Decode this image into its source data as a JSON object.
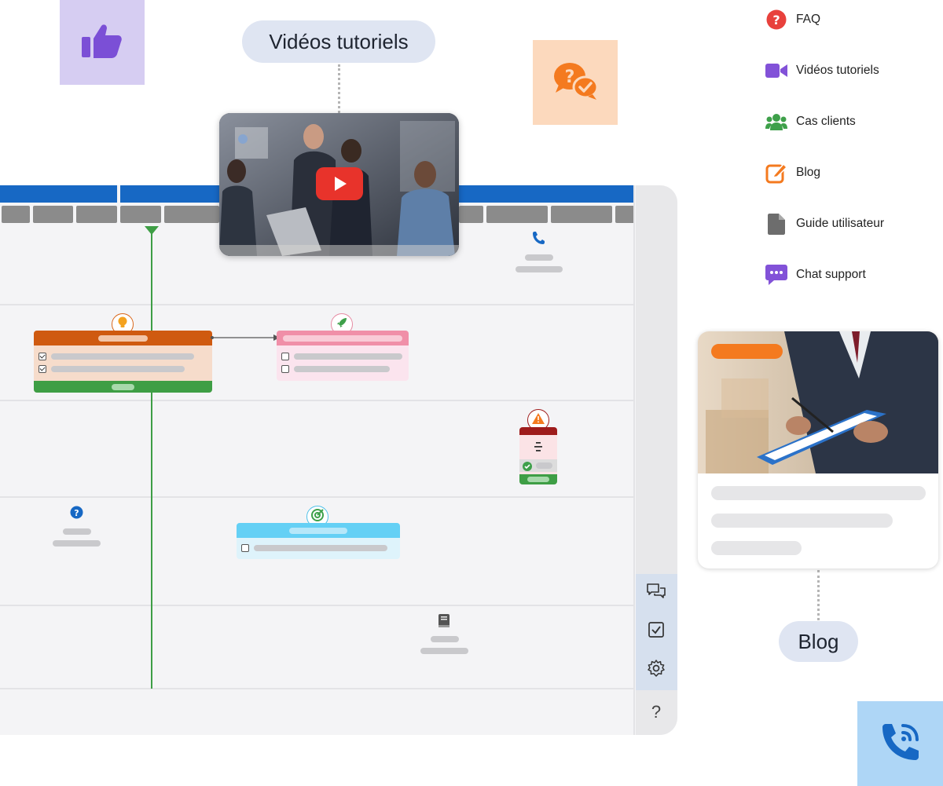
{
  "callouts": {
    "videos_label": "Vidéos tutoriels",
    "blog_label": "Blog"
  },
  "resources": {
    "items": [
      {
        "label": "FAQ",
        "icon": "question-circle-icon",
        "color": "#e8413c"
      },
      {
        "label": "Vidéos tutoriels",
        "icon": "video-camera-icon",
        "color": "#8252d8"
      },
      {
        "label": "Cas clients",
        "icon": "users-group-icon",
        "color": "#3ea04a"
      },
      {
        "label": "Blog",
        "icon": "edit-icon",
        "color": "#f47a1f"
      },
      {
        "label": "Guide utilisateur",
        "icon": "document-icon",
        "color": "#6d6d6d"
      },
      {
        "label": "Chat support",
        "icon": "chat-bubble-icon",
        "color": "#8252d8"
      }
    ]
  },
  "sidebar": {
    "buttons": [
      {
        "icon": "comments-icon"
      },
      {
        "icon": "task-check-icon"
      },
      {
        "icon": "settings-gear-icon"
      },
      {
        "icon": "help-icon",
        "glyph": "?"
      }
    ]
  },
  "colors": {
    "timeline_blue": "#1768c4",
    "today_green": "#3e9e45",
    "accent_orange": "#f47a1f",
    "accent_purple": "#8252d8"
  },
  "icons": {
    "tiles": [
      "thumbs-up-icon",
      "chat-question-icon",
      "phone-ringing-icon"
    ],
    "lane_icons": [
      "phone-icon",
      "question-icon",
      "book-icon"
    ],
    "card_badges": [
      "lightbulb-icon",
      "rocket-icon",
      "warning-icon",
      "target-icon"
    ],
    "video": "play-button-icon"
  }
}
